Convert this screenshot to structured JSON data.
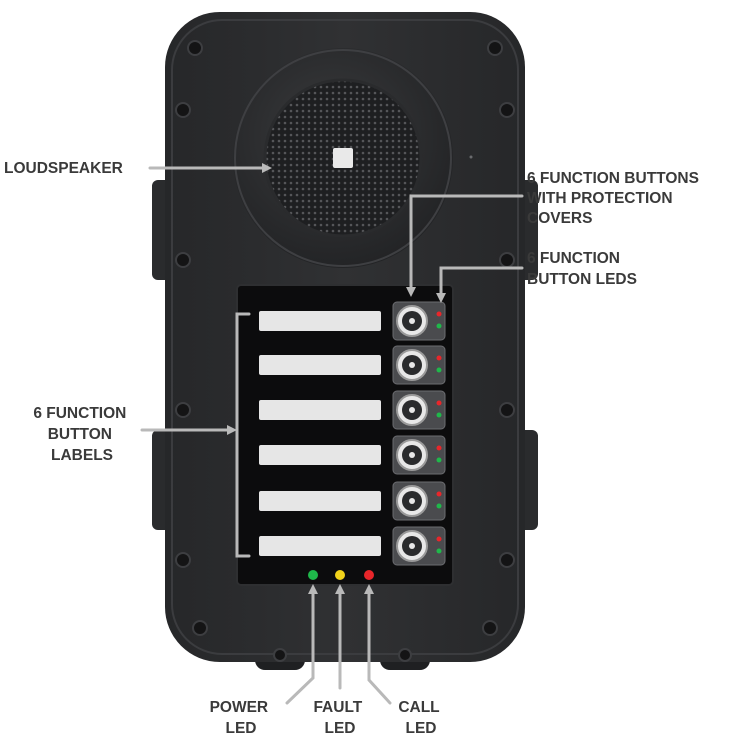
{
  "labels": {
    "loudspeaker": "LOUDSPEAKER",
    "function_buttons": [
      "6 FUNCTION BUTTONS",
      "WITH PROTECTION",
      "COVERS"
    ],
    "function_leds": [
      "6 FUNCTION",
      "BUTTON LEDS"
    ],
    "function_labels": [
      "6 FUNCTION",
      "BUTTON",
      "LABELS"
    ],
    "power_led": [
      "POWER",
      "LED"
    ],
    "fault_led": [
      "FAULT",
      "LED"
    ],
    "call_led": [
      "CALL",
      "LED"
    ]
  },
  "colors": {
    "housing": "#2b2c2e",
    "panel": "#0c0c0d",
    "label_strip": "#e6e6e6",
    "leader_line": "#b9b9b9",
    "callout_text": "#3a3a3a",
    "power_led": "#1fb84a",
    "fault_led": "#f2d31b",
    "call_led": "#e8262a"
  }
}
